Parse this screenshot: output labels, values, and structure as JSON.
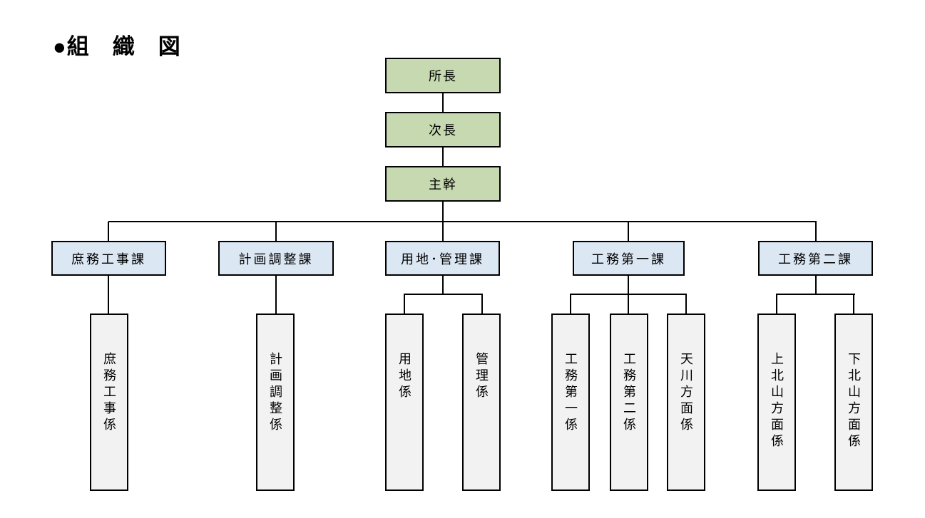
{
  "page": {
    "title": "●組　織　図"
  },
  "org": {
    "colors": {
      "executive_fill": "#c6d9b0",
      "division_fill": "#dbe7f3",
      "section_fill": "#f2f2f2",
      "line": "#000000"
    },
    "executives": [
      {
        "label": "所長"
      },
      {
        "label": "次長"
      },
      {
        "label": "主幹"
      }
    ],
    "divisions": [
      {
        "label": "庶務工事課",
        "sections": [
          "庶務工事係"
        ]
      },
      {
        "label": "計画調整課",
        "sections": [
          "計画調整係"
        ]
      },
      {
        "label": "用地･管理課",
        "sections": [
          "用地係",
          "管理係"
        ]
      },
      {
        "label": "工務第一課",
        "sections": [
          "工務第一係",
          "工務第二係",
          "天川方面係"
        ]
      },
      {
        "label": "工務第二課",
        "sections": [
          "上北山方面係",
          "下北山方面係"
        ]
      }
    ]
  }
}
